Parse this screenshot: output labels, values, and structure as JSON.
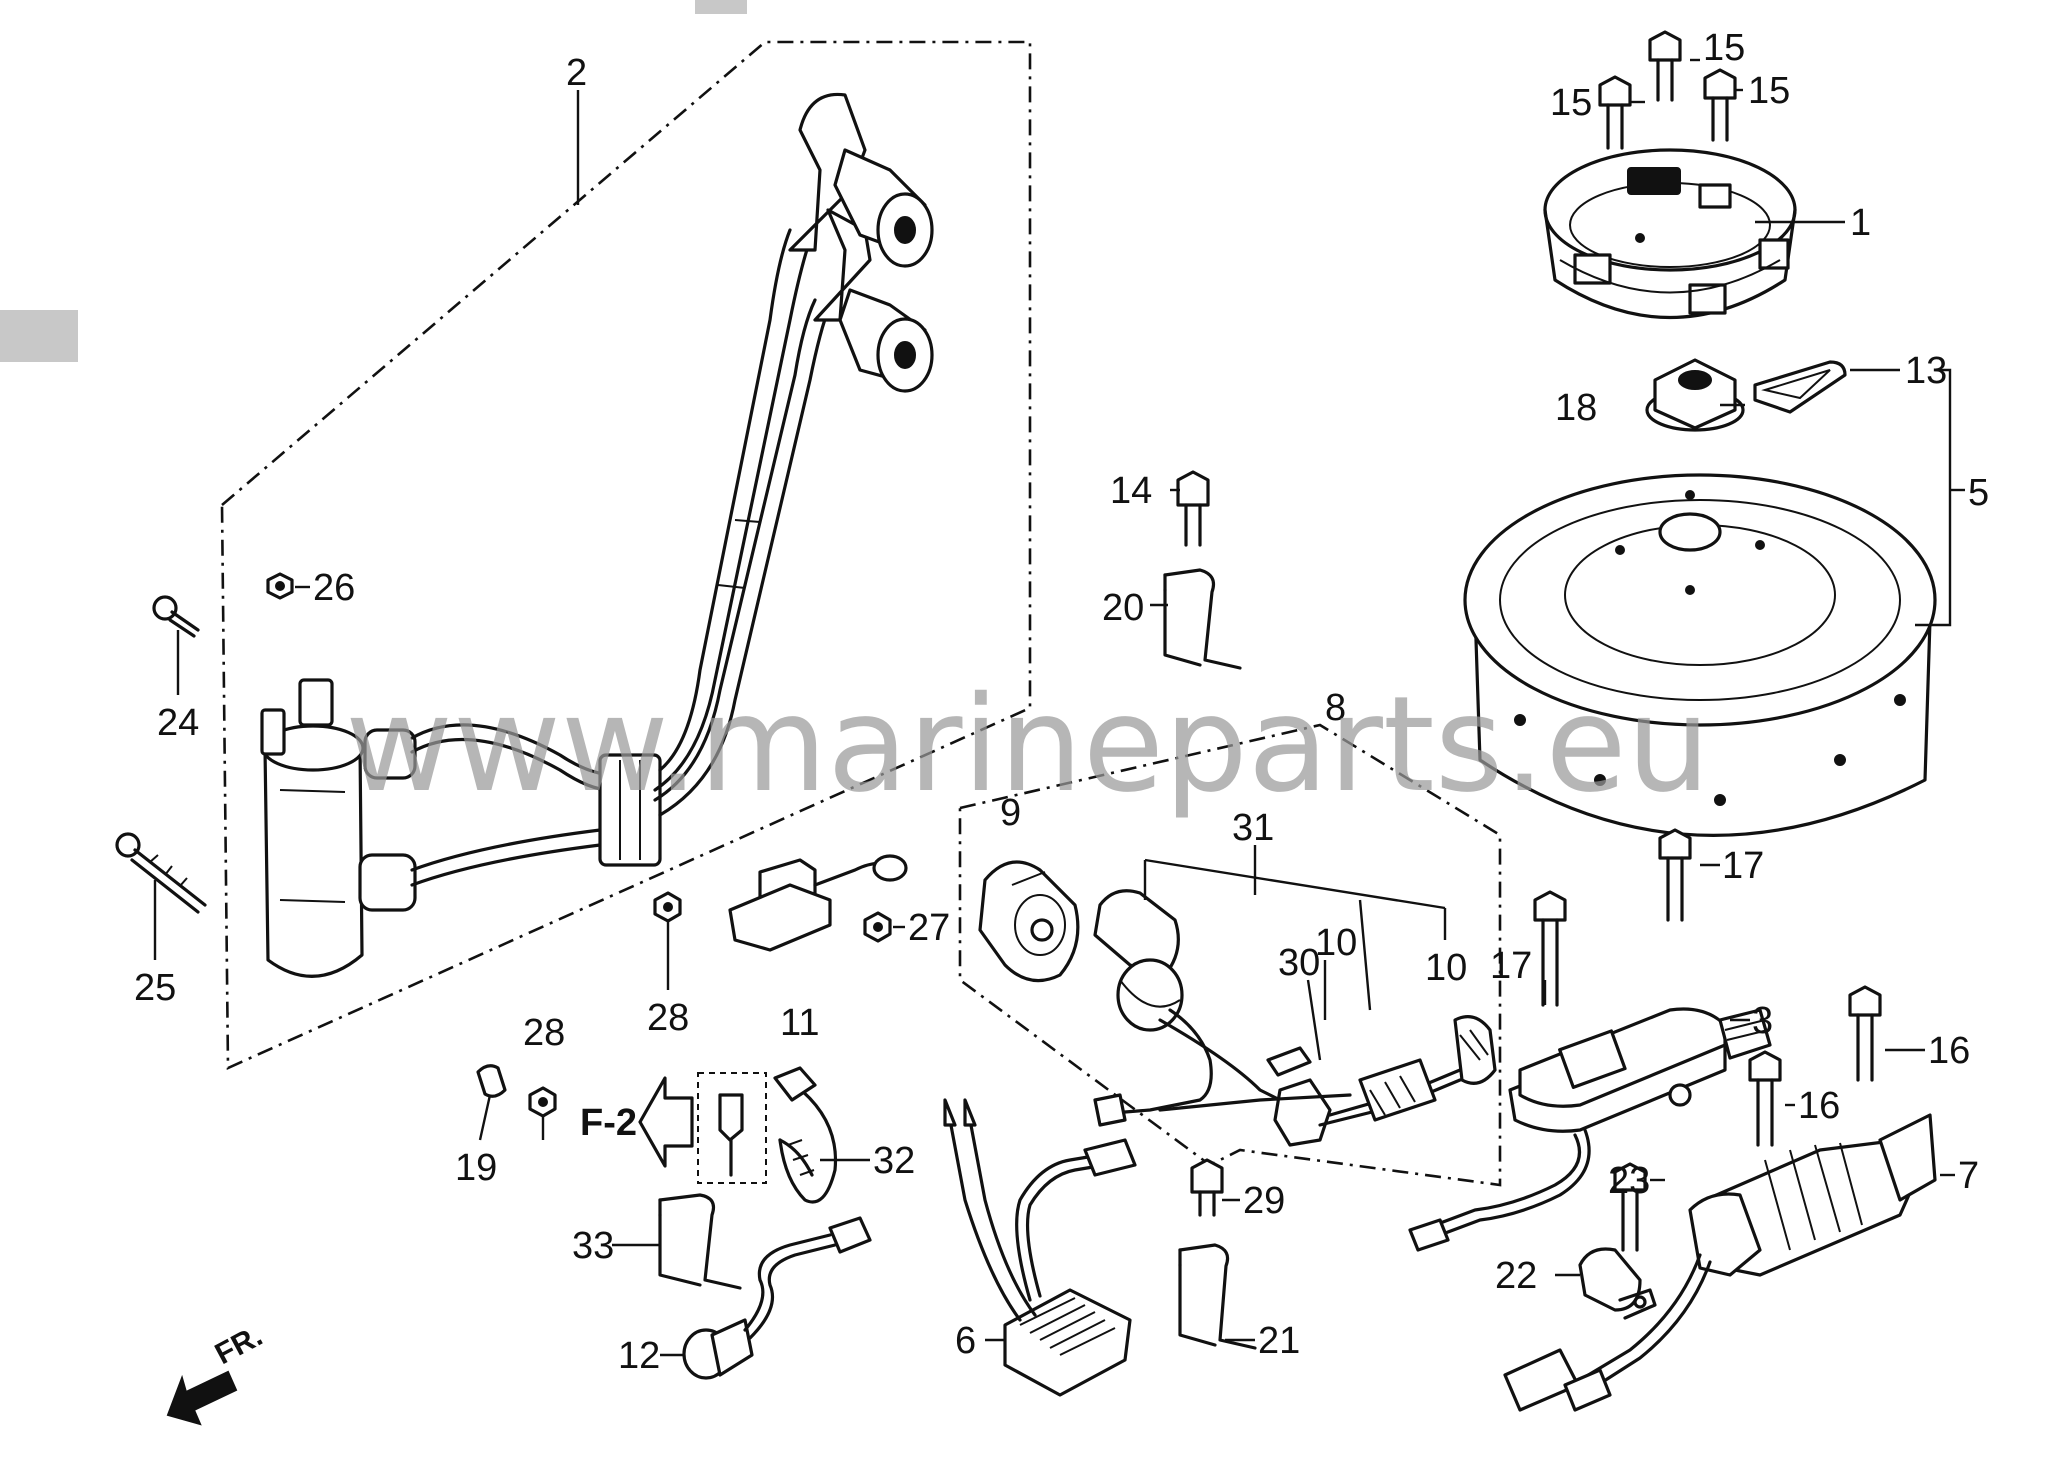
{
  "watermark": "www.marineparts.eu",
  "refs": {
    "r1": "1",
    "r2": "2",
    "r3": "3",
    "r5": "5",
    "r6": "6",
    "r7": "7",
    "r8": "8",
    "r9": "9",
    "r10a": "10",
    "r10b": "10",
    "r11": "11",
    "r12": "12",
    "r13": "13",
    "r14": "14",
    "r15a": "15",
    "r15b": "15",
    "r15c": "15",
    "r16a": "16",
    "r16b": "16",
    "r17a": "17",
    "r17b": "17",
    "r18": "18",
    "r19": "19",
    "r20": "20",
    "r21": "21",
    "r22": "22",
    "r23": "23",
    "r24": "24",
    "r25": "25",
    "r26": "26",
    "r27": "27",
    "r28a": "28",
    "r28b": "28",
    "r29": "29",
    "r30": "30",
    "r31": "31",
    "r32": "32",
    "r33": "33"
  },
  "ref_link": "F-2",
  "direction": "FR."
}
